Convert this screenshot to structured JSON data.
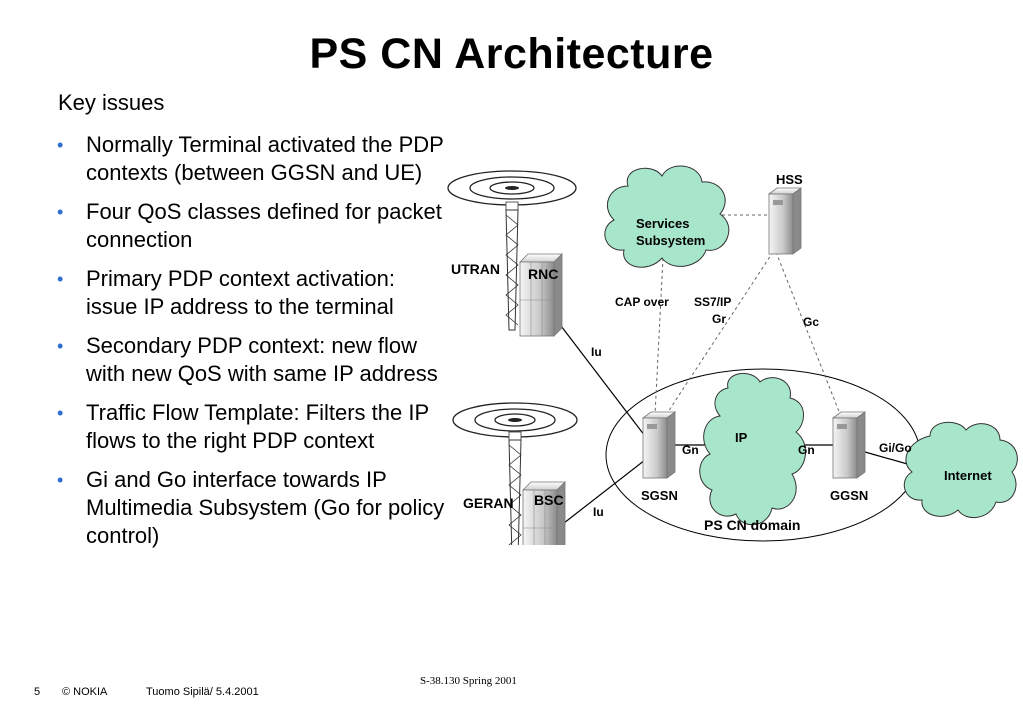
{
  "slide": {
    "title": "PS CN Architecture",
    "subtitle": "Key issues",
    "bullets": [
      "Normally Terminal activated the PDP contexts (between GGSN and UE)",
      "Four QoS classes defined for packet connection",
      "Primary PDP context activation: issue IP address to the terminal",
      "Secondary PDP context: new flow with new QoS with same IP address",
      "Traffic Flow Template: Filters the IP flows to the right PDP context",
      "Gi and Go interface towards IP Multimedia Subsystem (Go for policy control)"
    ]
  },
  "diagram": {
    "nodes": {
      "hss": "HSS",
      "services": [
        "Services",
        "Subsystem"
      ],
      "utran": "UTRAN",
      "rnc": "RNC",
      "geran": "GERAN",
      "bsc": "BSC",
      "sgsn": "SGSN",
      "ggsn": "GGSN",
      "ip": "IP",
      "internet": "Internet",
      "domain": "PS CN domain"
    },
    "interfaces": {
      "cap": "CAP over",
      "ss7": "SS7/IP",
      "gr": "Gr",
      "gc": "Gc",
      "iu_top": "Iu",
      "iu_bottom": "Iu",
      "gn_left": "Gn",
      "gn_right": "Gn",
      "gigo": "Gi/Go"
    }
  },
  "footer": {
    "page": "5",
    "company": "© NOKIA",
    "author": "Tuomo Sipilä/ 5.4.2001",
    "course": "S-38.130 Spring 2001"
  },
  "colors": {
    "cloud_fill": "#a8e6cc",
    "bullet": "#2f6fd0"
  }
}
